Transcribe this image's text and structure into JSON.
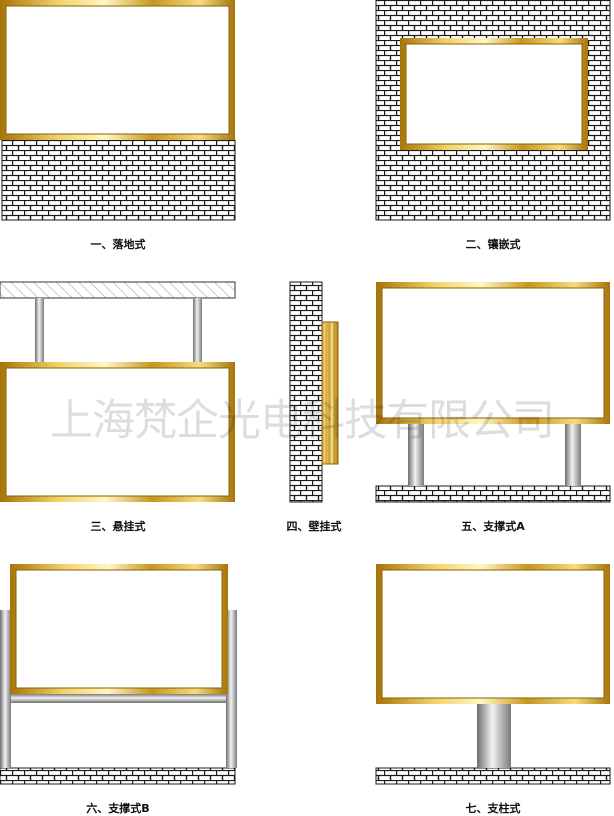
{
  "captions": {
    "c1": "一、落地式",
    "c2": "二、镶嵌式",
    "c3": "三、悬挂式",
    "c4": "四、壁挂式",
    "c5": "五、支撑式A",
    "c6": "六、支撑式B",
    "c7": "七、支柱式"
  },
  "watermark": "上海梵企光电科技有限公司",
  "colors": {
    "gold_dark": "#b07d10",
    "gold_light": "#fff6c4",
    "brick_mortar": "#1a1a1a",
    "brick_face": "#ffffff",
    "pole_dark": "#6d6d6d",
    "pole_light": "#f2f2f2"
  }
}
